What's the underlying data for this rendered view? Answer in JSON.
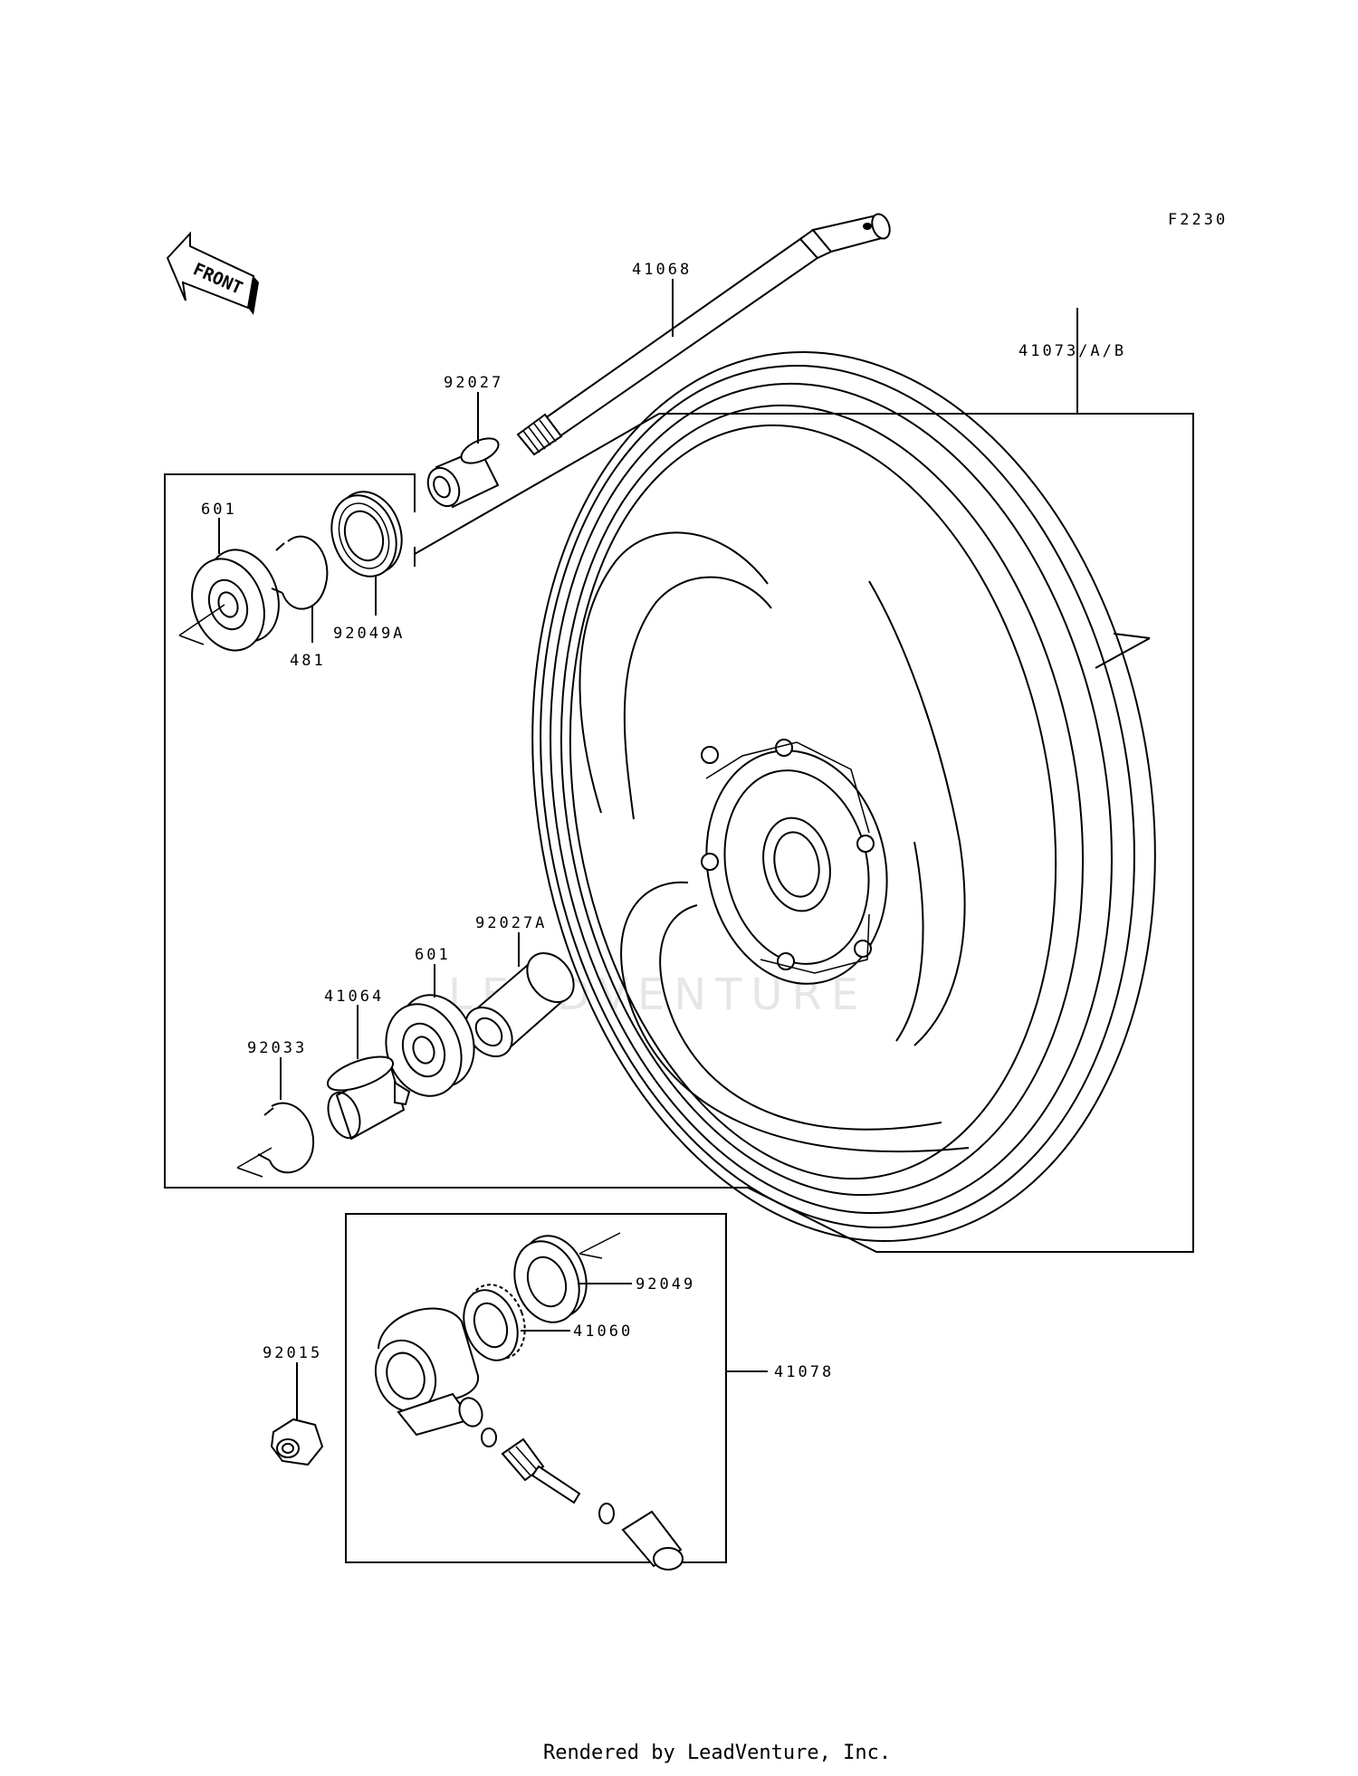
{
  "diagram_code": "F2230",
  "front_label": "FRONT",
  "watermark": "LEADVENTURE",
  "footer": "Rendered by LeadVenture, Inc.",
  "parts": {
    "axle": "41068",
    "wheel": "41073/A/B",
    "collar": "92027",
    "bearing_left": "601",
    "circlip": "481",
    "oil_seal_left": "92049A",
    "collar_right": "92027A",
    "bearing_right": "601",
    "spacer_ring": "41064",
    "snap_ring": "92033",
    "oil_seal_gearbox": "92049",
    "gear_ring": "41060",
    "gearbox_assy": "41078",
    "axle_nut": "92015"
  }
}
